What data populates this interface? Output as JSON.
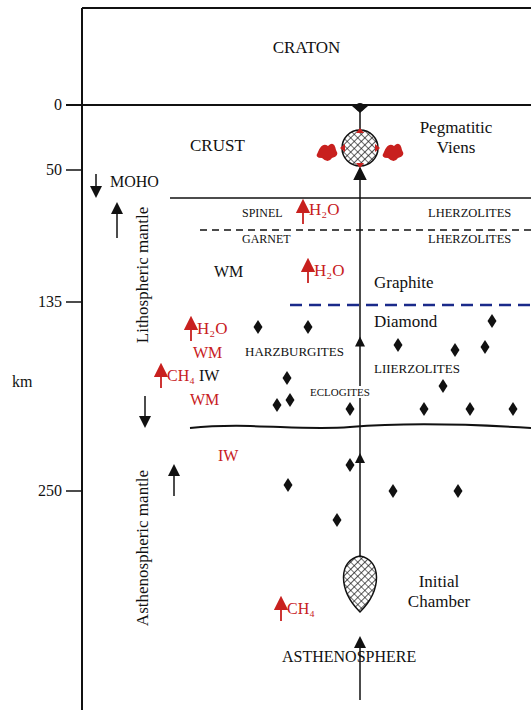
{
  "diagram": {
    "nodes": [
      {
        "text": [
          "CRATON"
        ]
      },
      {
        "text": [
          "Pegmatitic Viens"
        ]
      },
      {
        "text": [
          "Initial Chamber"
        ]
      }
    ],
    "edges": [
      {
        "from": 2,
        "to": 1,
        "arrow": "to"
      }
    ],
    "labels": [
      "0",
      "50",
      "135",
      "250",
      "km",
      "Lithospheric mantle",
      "Asthenospheric mantle",
      "CRUST",
      "MOHO",
      "SPINEL",
      "H₂O",
      "LHERZOLITES",
      "GARNET",
      "LHERZOLITES",
      "WM",
      "H₂O",
      "Graphite",
      "Diamond",
      "H₂O",
      "WM",
      "HARZBURGITES",
      "LIIERZOLITES",
      "ECLOGITES",
      "CH₄",
      "IW",
      "WM",
      "IW",
      "CH₄",
      "ASTHENOSPHERE"
    ]
  }
}
